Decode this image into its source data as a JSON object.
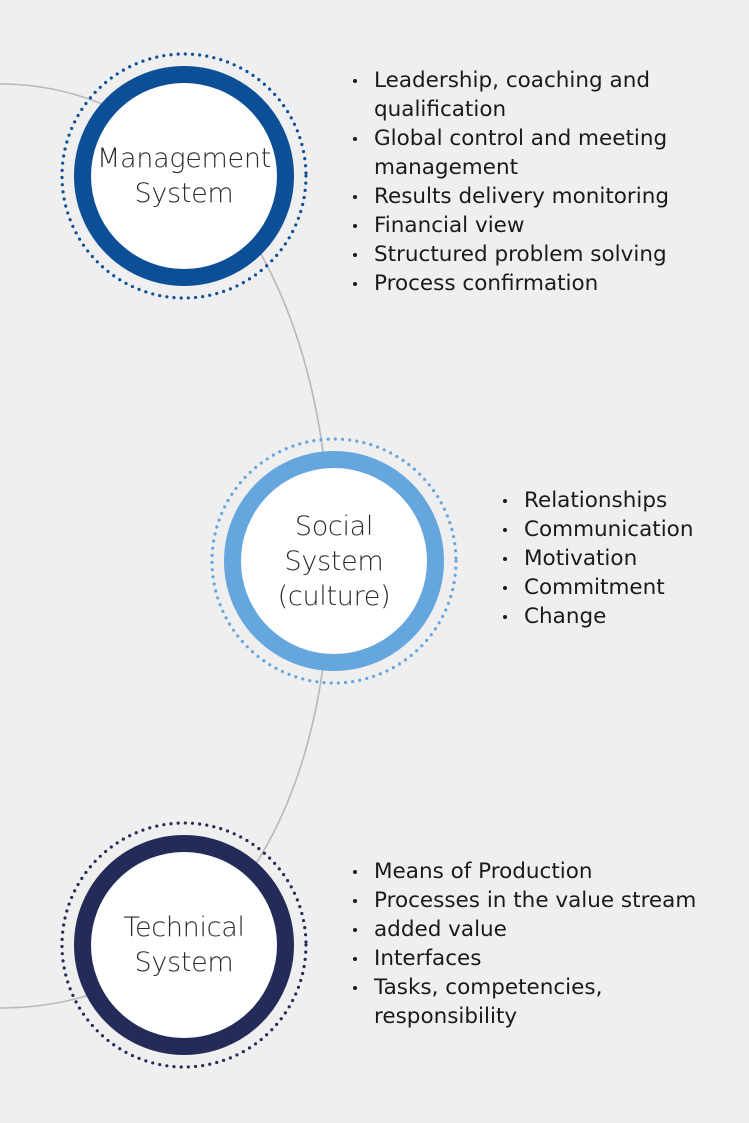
{
  "colors": {
    "background": "#efefef",
    "connector": "#b8b8b8",
    "management": "#0b4f96",
    "social": "#66a6de",
    "technical": "#232b58"
  },
  "systems": [
    {
      "id": "management",
      "title_lines": [
        "Management",
        "System"
      ],
      "color_key": "management",
      "items": [
        "Leadership, coaching and qualification",
        "Global control and meeting management",
        "Results delivery monitoring",
        "Financial view",
        "Structured problem solving",
        "Process confirmation"
      ]
    },
    {
      "id": "social",
      "title_lines": [
        "Social",
        "System",
        "(culture)"
      ],
      "color_key": "social",
      "items": [
        "Relationships",
        "Communication",
        "Motivation",
        "Commitment",
        "Change"
      ]
    },
    {
      "id": "technical",
      "title_lines": [
        "Technical",
        "System"
      ],
      "color_key": "technical",
      "items": [
        "Means of Production",
        "Processes in the value stream",
        "added value",
        "Interfaces",
        "Tasks, competencies, responsibility"
      ]
    }
  ]
}
